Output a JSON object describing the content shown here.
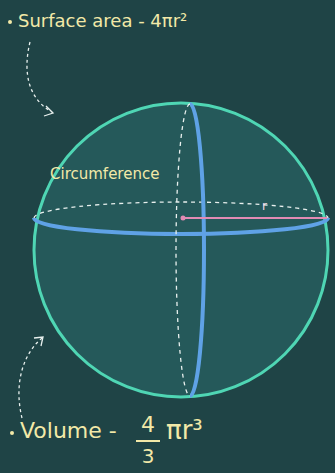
{
  "diagram": {
    "labels": [
      "Surface area - 4πr²",
      "Circumference",
      "r",
      "Volume -",
      "4",
      "3",
      "πr³"
    ]
  }
}
